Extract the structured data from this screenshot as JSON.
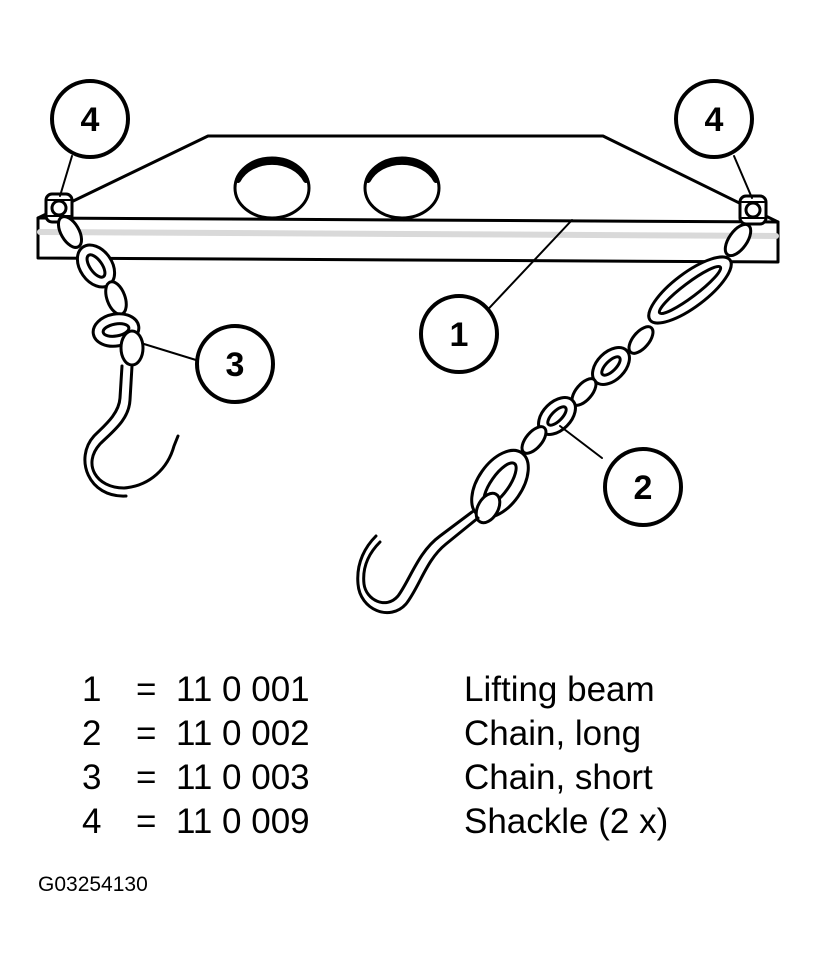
{
  "callouts": {
    "shackle_left": "4",
    "shackle_right": "4",
    "lifting_beam": "1",
    "chain_short": "3",
    "chain_long": "2"
  },
  "legend": [
    {
      "number": "1",
      "sign": "=",
      "part_number": "11 0 001",
      "description": "Lifting beam"
    },
    {
      "number": "2",
      "sign": "=",
      "part_number": "11 0 002",
      "description": "Chain, long"
    },
    {
      "number": "3",
      "sign": "=",
      "part_number": "11 0 003",
      "description": "Chain, short"
    },
    {
      "number": "4",
      "sign": "=",
      "part_number": "11 0 009",
      "description": "Shackle (2 x)"
    }
  ],
  "figure_id": "G03254130",
  "colors": {
    "line": "#000000",
    "fill": "#ffffff",
    "beam_edge": "#d9d9d9"
  }
}
